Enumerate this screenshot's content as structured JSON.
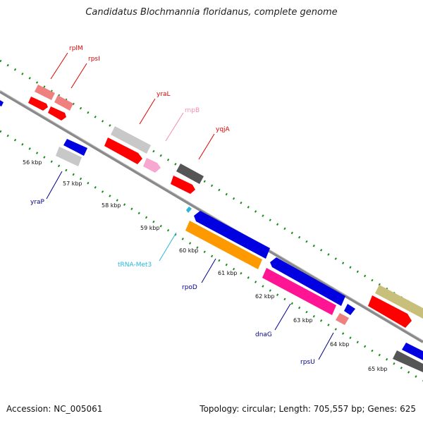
{
  "title": "Candidatus Blochmannia floridanus, complete genome",
  "footer": {
    "accession": "Accession: NC_005061",
    "summary": "Topology: circular; Length: 705,557 bp; Genes: 625"
  },
  "ticks": [
    "56 kbp",
    "57 kbp",
    "58 kbp",
    "59 kbp",
    "60 kbp",
    "61 kbp",
    "62 kbp",
    "63 kbp",
    "64 kbp",
    "65 kbp"
  ],
  "genes": {
    "rplM": {
      "name": "rplM",
      "color": "#e00000"
    },
    "rpsI": {
      "name": "rpsI",
      "color": "#e00000"
    },
    "yraL": {
      "name": "yraL",
      "color": "#e00000"
    },
    "rnpB": {
      "name": "rnpB",
      "color": "#f48fb1"
    },
    "yqjA": {
      "name": "yqjA",
      "color": "#e00000"
    },
    "yraP": {
      "name": "yraP",
      "color": "#00008b"
    },
    "tRNA_Met3": {
      "name": "tRNA-Met3",
      "color": "#29b6d8"
    },
    "rpoD": {
      "name": "rpoD",
      "color": "#00008b"
    },
    "dnaG": {
      "name": "dnaG",
      "color": "#00008b"
    },
    "rpsU": {
      "name": "rpsU",
      "color": "#00008b"
    }
  }
}
